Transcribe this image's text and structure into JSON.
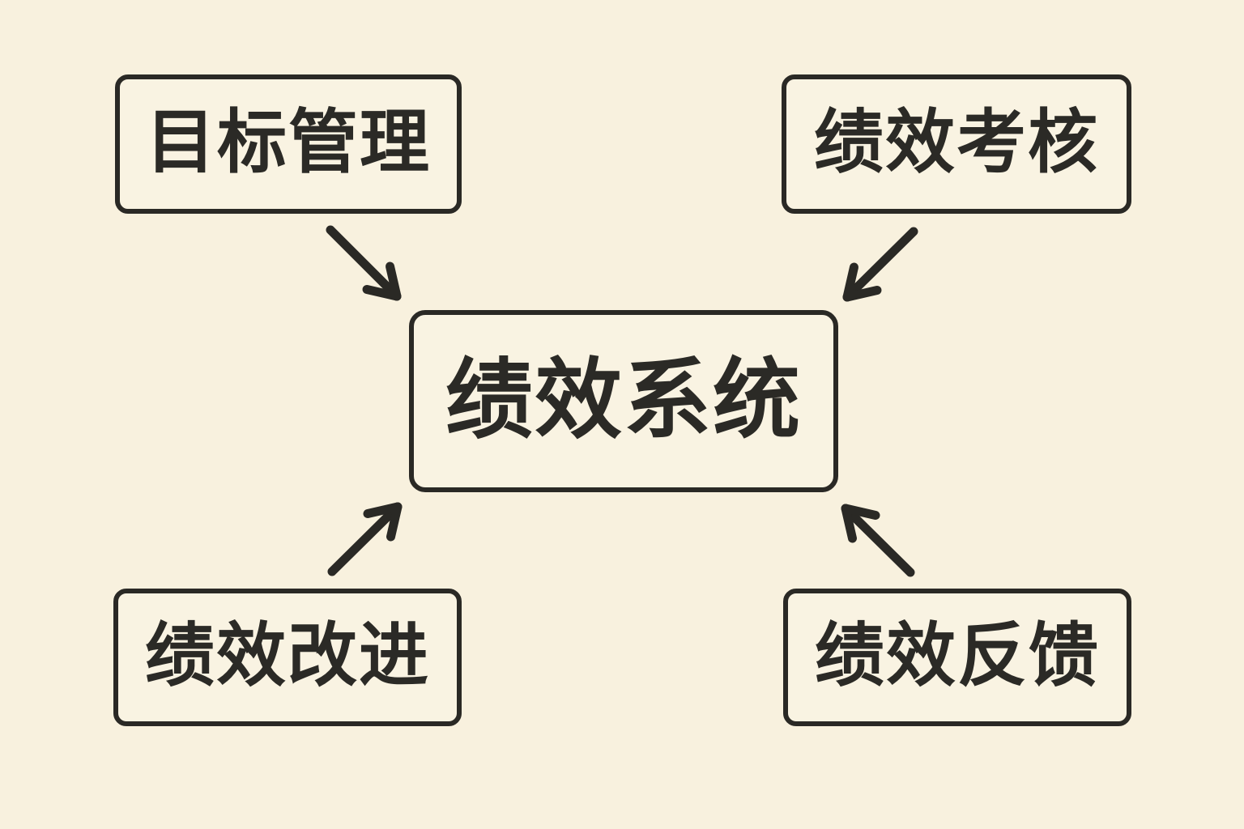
{
  "diagram": {
    "type": "hub-and-spoke",
    "center": {
      "id": "performance-system",
      "label": "绩效系统"
    },
    "nodes": [
      {
        "id": "goal-management",
        "label": "目标管理",
        "position": "top-left"
      },
      {
        "id": "performance-assessment",
        "label": "绩效考核",
        "position": "top-right"
      },
      {
        "id": "performance-improvement",
        "label": "绩效改进",
        "position": "bottom-left"
      },
      {
        "id": "performance-feedback",
        "label": "绩效反馈",
        "position": "bottom-right"
      }
    ],
    "arrows": [
      {
        "from": "goal-management",
        "to": "performance-system"
      },
      {
        "from": "performance-assessment",
        "to": "performance-system"
      },
      {
        "from": "performance-improvement",
        "to": "performance-system"
      },
      {
        "from": "performance-feedback",
        "to": "performance-system"
      }
    ],
    "colors": {
      "background": "#f8f1de",
      "box_fill": "#f9f3e2",
      "border": "#2a2925",
      "text": "#2b2a26"
    }
  }
}
